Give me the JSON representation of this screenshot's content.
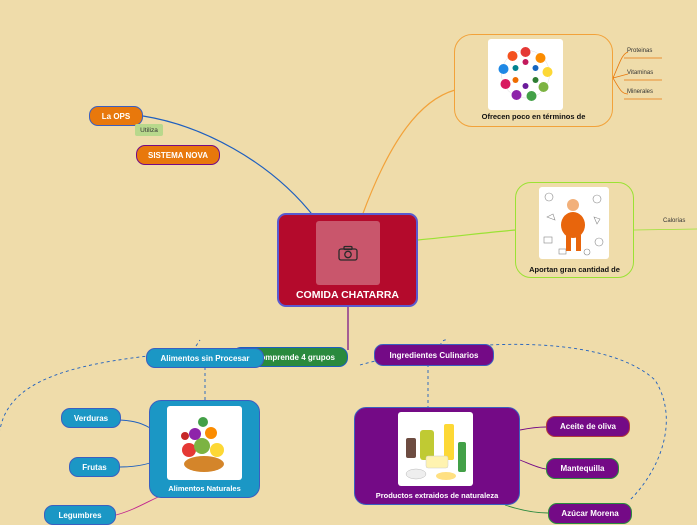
{
  "central": {
    "title": "COMIDA CHATARRA",
    "image_icon": "camera-icon"
  },
  "left_branch": {
    "ops_label": "La OPS",
    "utiliza_label": "Utiliza",
    "nova_label": "SISTEMA NOVA"
  },
  "top_right": {
    "caption": "Ofrecen poco en términos de",
    "items": [
      "Proteinas",
      "Vitaminas",
      "Minerales"
    ]
  },
  "mid_right": {
    "caption": "Aportan gran cantidad de",
    "item": "Calorías"
  },
  "groups": {
    "comprende_label": "Comprende 4 grupos"
  },
  "alimentos": {
    "sin_procesar_label": "Alimentos sin Procesar",
    "naturales_caption": "Alimentos Naturales",
    "items": [
      "Verduras",
      "Frutas",
      "Legumbres"
    ]
  },
  "ingredientes": {
    "label": "Ingredientes Culinarios",
    "productos_caption": "Productos extraidos de naturaleza",
    "items": [
      "Aceite de oliva",
      "Mantequilla",
      "Azúcar Morena"
    ]
  },
  "colors": {
    "background": "#efdcaa",
    "central": "#b40a2c",
    "orange": "#e8780c",
    "teal": "#1b97c5",
    "green": "#2a8a3e",
    "purple": "#740a86",
    "lime": "#9be234"
  }
}
